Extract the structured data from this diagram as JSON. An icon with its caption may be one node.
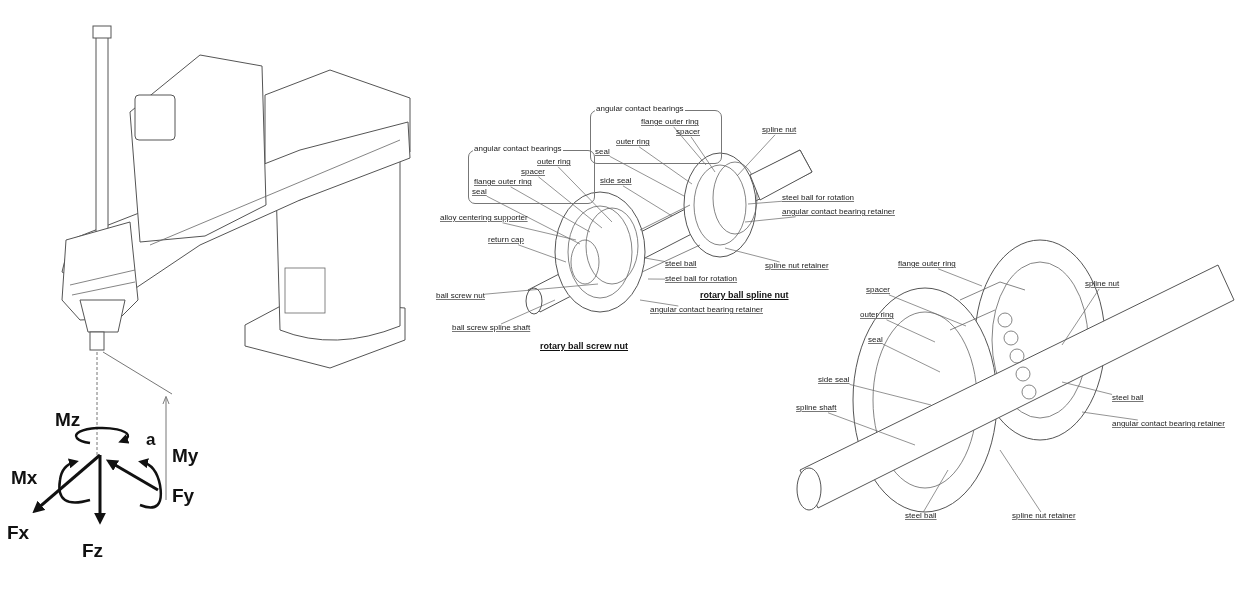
{
  "diagram": {
    "nodes": [
      {
        "text": [
          "angular contact bearings"
        ]
      },
      {
        "text": [
          "flange outer ring"
        ],
        "in": 0
      },
      {
        "text": [
          "spacer"
        ],
        "in": 0
      },
      {
        "text": [
          "outer ring"
        ],
        "in": 0
      },
      {
        "text": [
          "seal"
        ],
        "in": 0
      },
      {
        "text": [
          "spline nut"
        ]
      },
      {
        "text": [
          "side seal"
        ]
      },
      {
        "text": [
          "ball screw nut"
        ]
      },
      {
        "text": [
          "angular contact bearings"
        ]
      },
      {
        "text": [
          "outer ring"
        ],
        "in": 8
      },
      {
        "text": [
          "spacer"
        ],
        "in": 8
      },
      {
        "text": [
          "flange outer ring"
        ],
        "in": 8
      },
      {
        "text": [
          "seal"
        ],
        "in": 8
      },
      {
        "text": [
          "steel ball for rotation"
        ]
      },
      {
        "text": [
          "angular contact bearing retainer"
        ]
      },
      {
        "text": [
          "alloy centering supporter"
        ]
      },
      {
        "text": [
          "return cap"
        ]
      },
      {
        "text": [
          "spline nut retainer"
        ]
      },
      {
        "text": [
          "steel ball"
        ]
      },
      {
        "text": [
          "steel ball for rotation"
        ]
      },
      {
        "text": [
          "angular contact bearing retainer"
        ]
      },
      {
        "text": [
          "ball screw spline shaft"
        ]
      },
      {
        "text": [
          "flange outer ring"
        ]
      },
      {
        "text": [
          "spline nut"
        ]
      },
      {
        "text": [
          "spacer"
        ]
      },
      {
        "text": [
          "outer ring"
        ]
      },
      {
        "text": [
          "seal"
        ]
      },
      {
        "text": [
          "side seal"
        ]
      },
      {
        "text": [
          "spline shaft"
        ]
      },
      {
        "text": [
          "steel ball"
        ]
      },
      {
        "text": [
          "angular contact bearing retainer"
        ]
      },
      {
        "text": [
          "steel ball"
        ]
      },
      {
        "text": [
          "spline nut retainer"
        ]
      }
    ],
    "edges": [
      {
        "from": 1,
        "to": null,
        "arrow": "none"
      },
      {
        "from": 2,
        "to": null,
        "arrow": "none"
      },
      {
        "from": 3,
        "to": null,
        "arrow": "none"
      },
      {
        "from": 4,
        "to": null,
        "arrow": "none"
      },
      {
        "from": 5,
        "to": null,
        "arrow": "none"
      },
      {
        "from": 6,
        "to": null,
        "arrow": "none"
      },
      {
        "from": 7,
        "to": null,
        "arrow": "none"
      },
      {
        "from": 9,
        "to": null,
        "arrow": "none"
      },
      {
        "from": 10,
        "to": null,
        "arrow": "none"
      },
      {
        "from": 11,
        "to": null,
        "arrow": "none"
      },
      {
        "from": 12,
        "to": null,
        "arrow": "none"
      },
      {
        "from": 13,
        "to": null,
        "arrow": "none"
      },
      {
        "from": 14,
        "to": null,
        "arrow": "none"
      },
      {
        "from": 15,
        "to": null,
        "arrow": "none"
      },
      {
        "from": 16,
        "to": null,
        "arrow": "none"
      },
      {
        "from": 17,
        "to": null,
        "arrow": "none"
      },
      {
        "from": 18,
        "to": null,
        "arrow": "none"
      },
      {
        "from": 19,
        "to": null,
        "arrow": "none"
      },
      {
        "from": 20,
        "to": null,
        "arrow": "none"
      },
      {
        "from": 21,
        "to": null,
        "arrow": "none"
      },
      {
        "from": 22,
        "to": null,
        "arrow": "none"
      },
      {
        "from": 23,
        "to": null,
        "arrow": "none"
      },
      {
        "from": 24,
        "to": null,
        "arrow": "none"
      },
      {
        "from": 25,
        "to": null,
        "arrow": "none"
      },
      {
        "from": 26,
        "to": null,
        "arrow": "none"
      },
      {
        "from": 27,
        "to": null,
        "arrow": "none"
      },
      {
        "from": 28,
        "to": null,
        "arrow": "none"
      },
      {
        "from": 29,
        "to": null,
        "arrow": "none"
      },
      {
        "from": 30,
        "to": null,
        "arrow": "none"
      },
      {
        "from": 31,
        "to": null,
        "arrow": "none"
      },
      {
        "from": 32,
        "to": null,
        "arrow": "none"
      }
    ],
    "labels": [
      "rotary ball spline nut",
      "rotary ball screw nut",
      "Mz",
      "a",
      "Mx",
      "My",
      "Fy",
      "Fx",
      "Fz"
    ]
  }
}
